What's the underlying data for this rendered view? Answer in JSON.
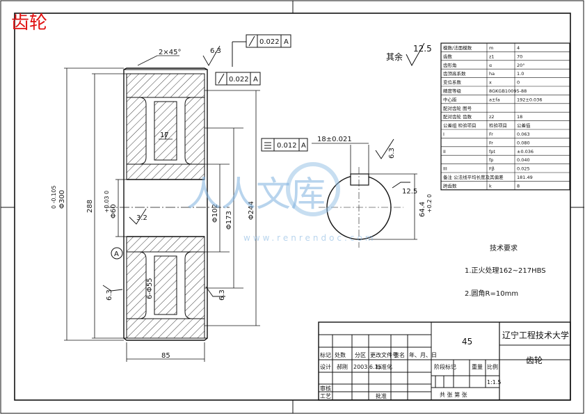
{
  "watermark_title": "齿轮",
  "part_left": {
    "chamfer": "2×45°",
    "roughness_top": "6.3",
    "tol_runout_value": "0.022",
    "tol_runout_datum": "A",
    "tol_runout2_value": "0.022",
    "tol_runout2_datum": "A",
    "dim_od": "Φ300",
    "dim_od_tol": "0 -0.105",
    "dim_288": "288",
    "dim_bore": "Φ60",
    "dim_bore_tol": "+0.03 0",
    "dim_17": "17",
    "dim_102": "Φ102",
    "dim_173": "Φ173",
    "dim_244": "Φ244",
    "rough_3_2": "3.2",
    "datum_a": "A",
    "holes": "6-Φ55",
    "rough_6_3_left": "6.3",
    "rough_6_3_right": "6.3",
    "dim_85": "85"
  },
  "part_right": {
    "rest_rough": "其余",
    "rest_rough_val": "12.5",
    "flat_tol_value": "0.012",
    "flat_tol_datum": "A",
    "key_width": "18±0.021",
    "key_rough": "6.3",
    "bore_rough": "12.5",
    "key_depth": "64.4",
    "key_depth_tol": "+0.2 0"
  },
  "gear_table": {
    "rows": [
      [
        "模数/法面模数",
        "m",
        "4"
      ],
      [
        "齿数",
        "z1",
        "70"
      ],
      [
        "齿形角",
        "α",
        "20°"
      ],
      [
        "齿顶高系数",
        "ha",
        "1.0"
      ],
      [
        "变位系数",
        "x",
        "0"
      ],
      [
        "精度等级",
        "8GKGB10095-88",
        ""
      ],
      [
        "中心距",
        "a±fa",
        "192±0.036"
      ],
      [
        "配对齿轮 图号",
        "",
        ""
      ],
      [
        "配对齿轮 齿数",
        "z2",
        "18"
      ],
      [
        "公差组 检验项目",
        "检验项目",
        "公差值"
      ],
      [
        "I",
        "Fr",
        "0.063"
      ],
      [
        "",
        "Fr",
        "0.080"
      ],
      [
        "II",
        "fpt",
        "±0.036"
      ],
      [
        "",
        "fp",
        "0.040"
      ],
      [
        "III",
        "Fβ",
        "0.025"
      ],
      [
        "备注 公法线平均长度及其偏差",
        "",
        "181.49"
      ],
      [
        "跨齿数",
        "k",
        "8"
      ]
    ]
  },
  "tech_req": {
    "title": "技术要求",
    "item1": "1.正火处理162~217HBS",
    "item2": "2.圆角R=10mm"
  },
  "title_block": {
    "material": "45",
    "school": "辽宁工程技术大学",
    "part_name": "齿轮",
    "h_mark": "标记",
    "h_count": "处数",
    "h_zone": "分区",
    "h_doc": "更改文件号",
    "h_sign": "签名",
    "h_date": "年、月、日",
    "designer_label": "设计",
    "designer": "郝刚",
    "date": "2003.6.15",
    "std_label": "标准化",
    "stage_label": "阶段标记",
    "weight_label": "重量",
    "scale_label": "比例",
    "scale": "1:1.5",
    "check_label": "审核",
    "process_label": "工艺",
    "approve_label": "批准",
    "sheets": "共 张 第 张"
  },
  "watermark": {
    "text": "人人文库",
    "url": "www.renrendoc.com"
  }
}
